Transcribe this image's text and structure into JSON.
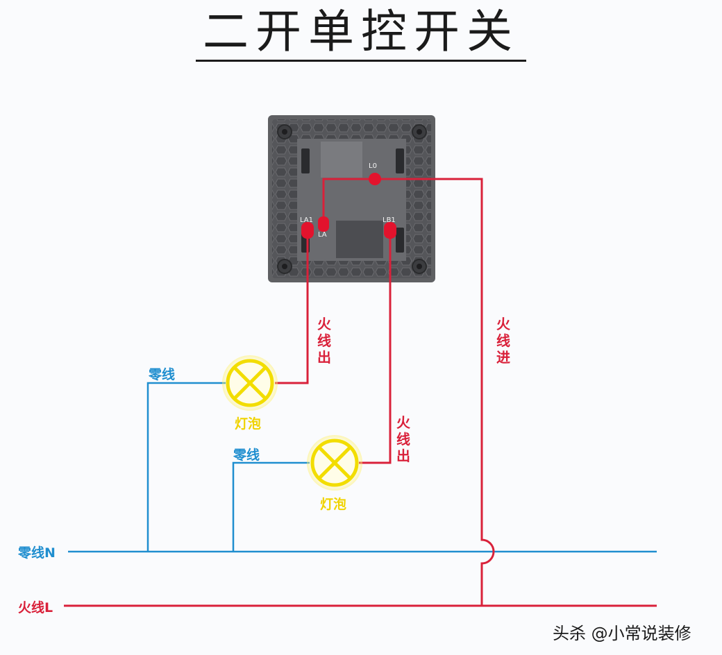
{
  "title": "二开单控开关",
  "switch": {
    "terminals": {
      "l_common": "L0",
      "l_a": "LA",
      "l_a1": "LA1",
      "l_b1": "LB1"
    }
  },
  "labels": {
    "live_out_1": "火线出",
    "live_out_2": "火线出",
    "live_in": "火线进",
    "neutral_1": "零线",
    "neutral_2": "零线",
    "bulb_1": "灯泡",
    "bulb_2": "灯泡",
    "neutral_main": "零线N",
    "live_main": "火线L"
  },
  "watermark": "头杀 @小常说装修",
  "colors": {
    "live": "#d9213a",
    "neutral": "#1f8ecf",
    "bulb": "#f2dd00",
    "switch_body": "#5f6063"
  }
}
